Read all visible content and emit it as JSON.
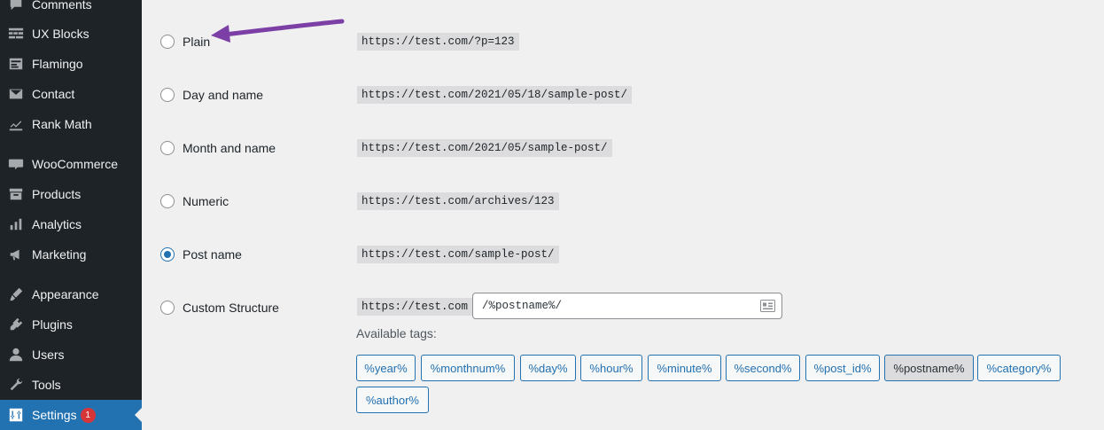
{
  "sidebar": {
    "items": [
      {
        "label": "Comments",
        "icon": "comments-icon"
      },
      {
        "label": "UX Blocks",
        "icon": "ux-blocks-icon"
      },
      {
        "label": "Flamingo",
        "icon": "flamingo-icon"
      },
      {
        "label": "Contact",
        "icon": "contact-icon"
      },
      {
        "label": "Rank Math",
        "icon": "rank-math-icon"
      },
      {
        "label": "WooCommerce",
        "icon": "woocommerce-icon"
      },
      {
        "label": "Products",
        "icon": "products-icon"
      },
      {
        "label": "Analytics",
        "icon": "analytics-icon"
      },
      {
        "label": "Marketing",
        "icon": "marketing-icon"
      },
      {
        "label": "Appearance",
        "icon": "appearance-icon"
      },
      {
        "label": "Plugins",
        "icon": "plugins-icon"
      },
      {
        "label": "Users",
        "icon": "users-icon"
      },
      {
        "label": "Tools",
        "icon": "tools-icon"
      },
      {
        "label": "Settings",
        "icon": "settings-icon",
        "badge": "1",
        "current": true
      }
    ]
  },
  "permalink": {
    "options": [
      {
        "label": "Plain",
        "example": "https://test.com/?p=123",
        "checked": false
      },
      {
        "label": "Day and name",
        "example": "https://test.com/2021/05/18/sample-post/",
        "checked": false
      },
      {
        "label": "Month and name",
        "example": "https://test.com/2021/05/sample-post/",
        "checked": false
      },
      {
        "label": "Numeric",
        "example": "https://test.com/archives/123",
        "checked": false
      },
      {
        "label": "Post name",
        "example": "https://test.com/sample-post/",
        "checked": true
      },
      {
        "label": "Custom Structure",
        "example": "https://test.com",
        "checked": false
      }
    ],
    "custom_value": "/%postname%/",
    "available_tags_label": "Available tags:",
    "tags": [
      "%year%",
      "%monthnum%",
      "%day%",
      "%hour%",
      "%minute%",
      "%second%",
      "%post_id%",
      "%postname%",
      "%category%",
      "%author%"
    ],
    "active_tag": "%postname%"
  },
  "colors": {
    "sidebar_bg": "#1d2327",
    "accent": "#2271b1",
    "badge": "#d63638",
    "annotation_arrow": "#7b3fa5"
  }
}
